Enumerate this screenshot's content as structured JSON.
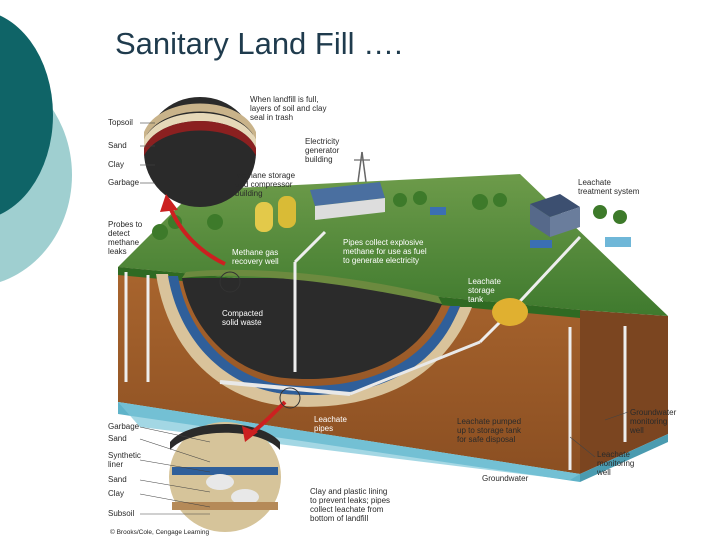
{
  "slide": {
    "title": "Sanitary Land Fill …."
  },
  "colors": {
    "accent_dark_teal": "#0f6467",
    "accent_light_teal": "#9fcfd0",
    "title": "#1f3b4d"
  },
  "diagram": {
    "labels": {
      "topsoil": "Topsoil",
      "sand_top": "Sand",
      "clay_top": "Clay",
      "garbage_top": "Garbage",
      "when_full": [
        "When landfill is full,",
        "layers of soil and clay",
        "seal in trash"
      ],
      "electricity_building": [
        "Electricity",
        "generator",
        "building"
      ],
      "methane_storage": [
        "Methane storage",
        "and compressor",
        "building"
      ],
      "leachate_treatment": [
        "Leachate",
        "treatment system"
      ],
      "probes": [
        "Probes to",
        "detect",
        "methane",
        "leaks"
      ],
      "methane_well": [
        "Methane gas",
        "recovery well"
      ],
      "pipes_collect": [
        "Pipes collect explosive",
        "methane for use as fuel",
        "to generate electricity"
      ],
      "leachate_storage_tank": [
        "Leachate",
        "storage",
        "tank"
      ],
      "compacted_waste": [
        "Compacted",
        "solid waste"
      ],
      "leachate_pipes": [
        "Leachate",
        "pipes"
      ],
      "leachate_pumped": [
        "Leachate pumped",
        "up to storage tank",
        "for safe disposal"
      ],
      "groundwater_well": [
        "Groundwater",
        "monitoring",
        "well"
      ],
      "leachate_well": [
        "Leachate",
        "monitoring",
        "well"
      ],
      "groundwater": "Groundwater",
      "garbage_bottom": "Garbage",
      "sand_bottom": "Sand",
      "synthetic_liner": [
        "Synthetic",
        "liner"
      ],
      "sand_bottom2": "Sand",
      "clay_bottom": "Clay",
      "subsoil": "Subsoil",
      "clay_lining": [
        "Clay and plastic lining",
        "to prevent leaks; pipes",
        "collect leachate from",
        "bottom of landfill"
      ],
      "credit": "© Brooks/Cole, Cengage Learning"
    }
  }
}
